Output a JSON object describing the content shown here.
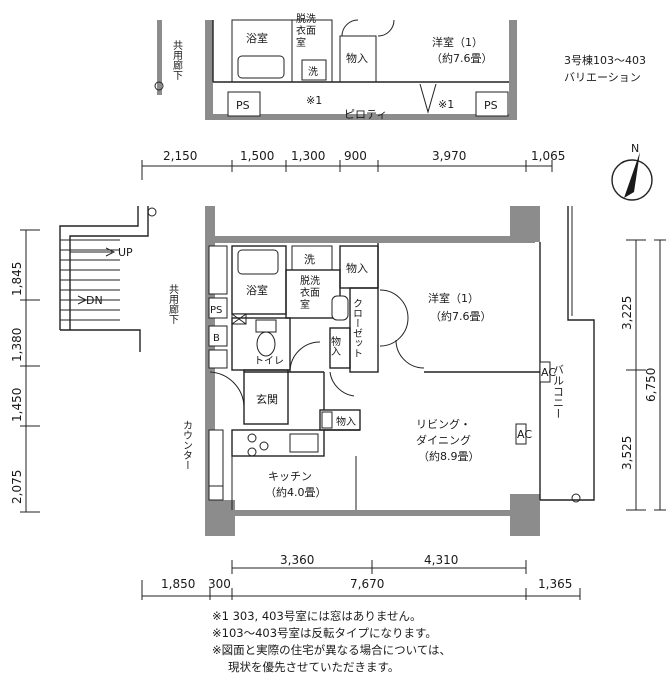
{
  "variation": {
    "rooms": {
      "bath": "浴室",
      "dressing": [
        "脱洗",
        "衣面",
        "室"
      ],
      "washer": "洗",
      "storage": "物入",
      "western": [
        "洋室（1）",
        "（約7.6畳）"
      ],
      "ps_left": "PS",
      "ps_right": "PS",
      "note_left": "※1",
      "note_right": "※1",
      "piloti": "ピロティ",
      "corridor": "共用廊下"
    },
    "caption": [
      "3号棟103〜403",
      "バリエーション"
    ]
  },
  "main": {
    "rooms": {
      "bath": "浴室",
      "dressing": [
        "脱洗",
        "衣面",
        "室"
      ],
      "washer": "洗",
      "storage_top": "物入",
      "closet": "クローゼット",
      "storage_mid": "物入",
      "storage_low": "物入",
      "western": [
        "洋室（1）",
        "（約7.6畳）"
      ],
      "toilet": "トイレ",
      "entrance": "玄関",
      "counter": "カウンター",
      "kitchen": [
        "キッチン",
        "（約4.0畳）"
      ],
      "living": [
        "リビング・",
        "ダイニング",
        "（約8.9畳）"
      ],
      "balcony": "バルコニー",
      "ps": "PS",
      "b": "B",
      "corridor": "共用廊下",
      "ac_a": "AC",
      "ac_b": "AC",
      "stair_up": "UP",
      "stair_down": "DN",
      "north": "N"
    },
    "dims_top": [
      "2,150",
      "1,500",
      "1,300",
      "900",
      "3,970",
      "1,065"
    ],
    "dims_left": [
      "1,845",
      "1,380",
      "1,450",
      "2,075"
    ],
    "dims_right": [
      "3,225",
      "3,525"
    ],
    "dim_right_total": "6,750",
    "dims_bottom_inner": [
      "3,360",
      "4,310"
    ],
    "dims_bottom": [
      "1,850",
      "300",
      "7,670",
      "1,365"
    ]
  },
  "notes": [
    "※1  303, 403号室には窓はありません。",
    "※103〜403号室は反転タイプになります。",
    "※図面と実際の住宅が異なる場合については、",
    "現状を優先させていただきます。"
  ]
}
